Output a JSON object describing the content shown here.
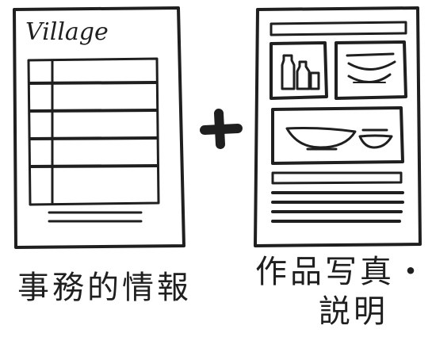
{
  "left_card": {
    "brand": "Village",
    "caption": "事務的情報"
  },
  "plus_sign": "+",
  "right_card": {
    "caption_line1": "作品写真・",
    "caption_line2": "説明"
  },
  "colors": {
    "ink": "#1f1f1f",
    "background": "#ffffff"
  }
}
